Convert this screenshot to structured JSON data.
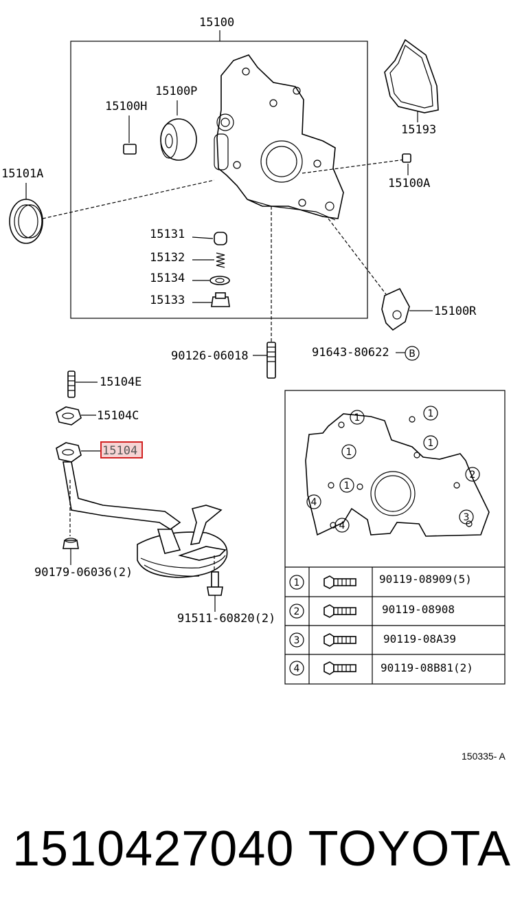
{
  "labels": {
    "main_assy": "15100",
    "seal_front": "15101A",
    "plug_h": "15100H",
    "rotor_p": "15100P",
    "gasket": "15193",
    "pin_a": "15100A",
    "valve_cap": "15131",
    "spring": "15132",
    "retainer": "15134",
    "plug_cap": "15133",
    "sensor": "15100R",
    "stud": "90126-06018",
    "screw_b": "91643-80622",
    "stud_e": "15104E",
    "gasket_c": "15104C",
    "strainer": "15104",
    "nut": "90179-06036(2)",
    "bolt": "91511-60820(2)",
    "fig_code": "150335- A"
  },
  "callout_b": "B",
  "bolt_table": [
    {
      "ref": "1",
      "part": "90119-08909(5)"
    },
    {
      "ref": "2",
      "part": "90119-08908"
    },
    {
      "ref": "3",
      "part": "90119-08A39"
    },
    {
      "ref": "4",
      "part": "90119-08B81(2)"
    }
  ],
  "layout_refs": [
    "1",
    "1",
    "1",
    "1",
    "1",
    "2",
    "3",
    "4",
    "4"
  ],
  "footer": {
    "part_number": "1510427040",
    "brand": "TOYOTA"
  },
  "highlight_color": "#d22020"
}
